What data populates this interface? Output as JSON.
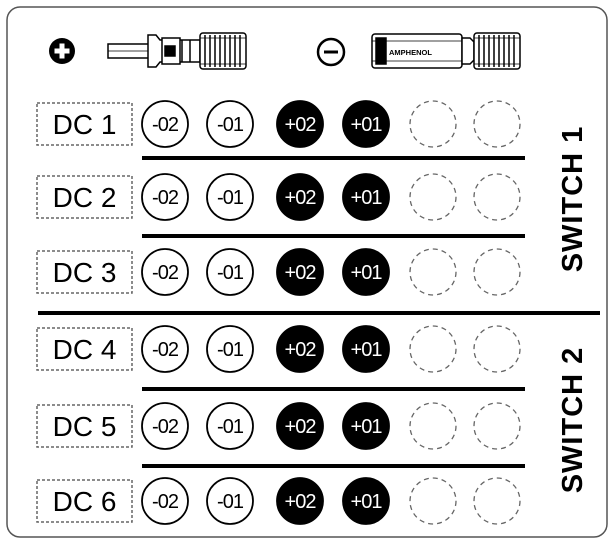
{
  "legend": {
    "positive": {
      "symbol": "+",
      "icon": "plus-circle-icon",
      "connector_icon": "mc4-male-connector-icon"
    },
    "negative": {
      "symbol": "−",
      "icon": "minus-circle-icon",
      "connector_icon": "amphenol-connector-icon",
      "brand": "AMPHENOL"
    }
  },
  "rows": [
    {
      "label": "DC 1",
      "connectors": [
        "-02",
        "-01",
        "+02",
        "+01"
      ],
      "empty_slots": 2
    },
    {
      "label": "DC 2",
      "connectors": [
        "-02",
        "-01",
        "+02",
        "+01"
      ],
      "empty_slots": 2
    },
    {
      "label": "DC 3",
      "connectors": [
        "-02",
        "-01",
        "+02",
        "+01"
      ],
      "empty_slots": 2
    },
    {
      "label": "DC 4",
      "connectors": [
        "-02",
        "-01",
        "+02",
        "+01"
      ],
      "empty_slots": 2
    },
    {
      "label": "DC 5",
      "connectors": [
        "-02",
        "-01",
        "+02",
        "+01"
      ],
      "empty_slots": 2
    },
    {
      "label": "DC 6",
      "connectors": [
        "-02",
        "-01",
        "+02",
        "+01"
      ],
      "empty_slots": 2
    }
  ],
  "switches": [
    {
      "label": "SWITCH 1",
      "rows": [
        0,
        1,
        2
      ]
    },
    {
      "label": "SWITCH 2",
      "rows": [
        3,
        4,
        5
      ]
    }
  ],
  "colors": {
    "ink": "#000000",
    "background": "#ffffff",
    "frame": "#555555",
    "dashed": "#666666"
  }
}
